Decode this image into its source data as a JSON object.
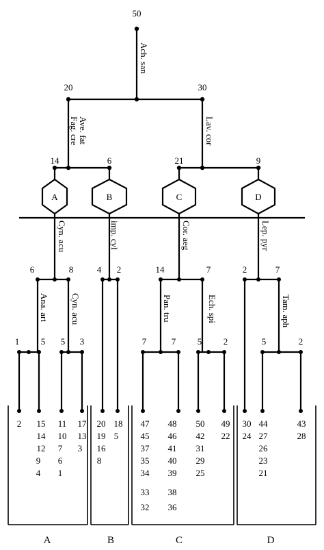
{
  "top": {
    "root_count": "50",
    "root_label": "Ach. san",
    "left_count": "20",
    "right_count": "30",
    "left_label_1": "Ave. fat",
    "left_label_2": "Fag. cre",
    "right_label": "Lav. cor",
    "n14": "14",
    "n6": "6",
    "n21": "21",
    "n9": "9"
  },
  "hexagons": {
    "a": "A",
    "b": "B",
    "c": "C",
    "d": "D"
  },
  "stems": {
    "a": "Cyn. acu",
    "b": "imp. cyl",
    "c": "Cor. aeg",
    "d": "Lep. pyr"
  },
  "groupA": {
    "left": "6",
    "right": "8",
    "left_label": "Ana. art",
    "right_label": "Cyn. acu",
    "ll": "1",
    "lr": "5",
    "rl": "5",
    "rr": "3",
    "col1": [
      "2"
    ],
    "col2": [
      "15",
      "14",
      "12",
      "9",
      "4"
    ],
    "col3": [
      "11",
      "10",
      "7",
      "6",
      "1"
    ],
    "col4": [
      "17",
      "13",
      "3"
    ]
  },
  "groupB": {
    "left": "4",
    "right": "2",
    "col1": [
      "20",
      "19",
      "16",
      "8"
    ],
    "col2": [
      "18",
      "5"
    ]
  },
  "groupC": {
    "left": "14",
    "right": "7",
    "left_label": "Pan. tru",
    "right_label": "Ech. spi",
    "ll": "7",
    "lr": "7",
    "rl": "5",
    "rr": "2",
    "col1": [
      "47",
      "45",
      "37",
      "35",
      "34",
      "33",
      "32"
    ],
    "col2": [
      "48",
      "46",
      "41",
      "40",
      "39",
      "38",
      "36"
    ],
    "col3": [
      "50",
      "42",
      "31",
      "29",
      "25"
    ],
    "col4": [
      "49",
      "22"
    ]
  },
  "groupD": {
    "left": "2",
    "right": "7",
    "right_label": "Tam. aph",
    "rl": "5",
    "rr": "2",
    "col1": [
      "30",
      "24"
    ],
    "col2": [
      "44",
      "27",
      "26",
      "23",
      "21"
    ],
    "col3": [
      "43",
      "28"
    ]
  },
  "brackets": {
    "a": "A",
    "b": "B",
    "c": "C",
    "d": "D"
  }
}
